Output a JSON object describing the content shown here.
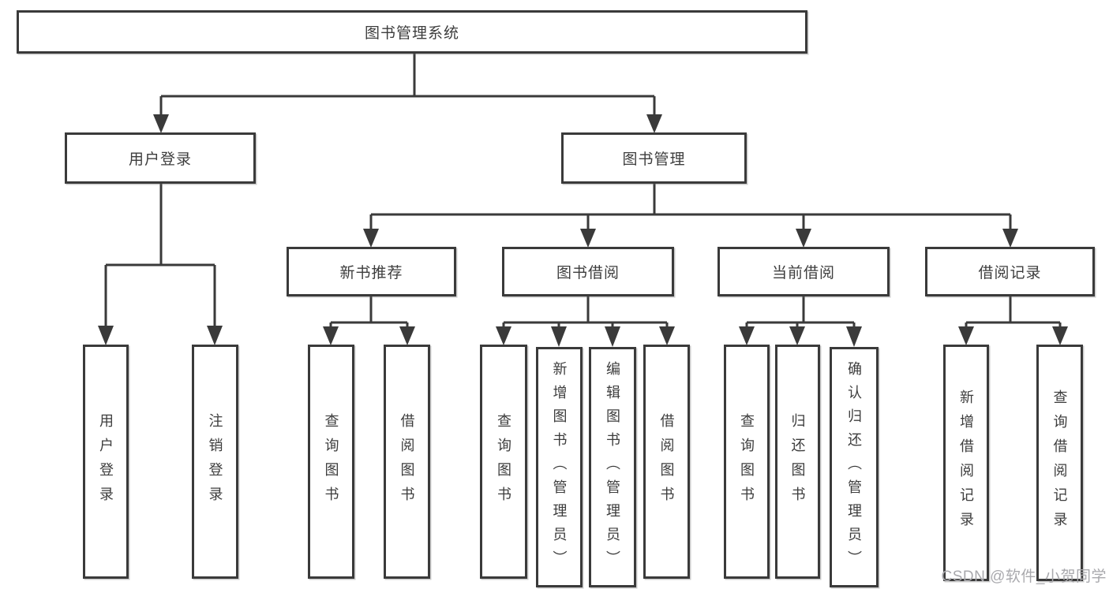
{
  "root": {
    "label": "图书管理系统"
  },
  "branches": [
    {
      "label": "用户登录",
      "children": [
        {
          "label": "用户登录"
        },
        {
          "label": "注销登录"
        }
      ]
    },
    {
      "label": "图书管理",
      "children": [
        {
          "label": "新书推荐",
          "children": [
            {
              "label": "查询图书"
            },
            {
              "label": "借阅图书"
            }
          ]
        },
        {
          "label": "图书借阅",
          "children": [
            {
              "label": "查询图书"
            },
            {
              "label": "新增图书（管理员）"
            },
            {
              "label": "编辑图书（管理员）"
            },
            {
              "label": "借阅图书"
            }
          ]
        },
        {
          "label": "当前借阅",
          "children": [
            {
              "label": "查询图书"
            },
            {
              "label": "归还图书"
            },
            {
              "label": "确认归还（管理员）"
            }
          ]
        },
        {
          "label": "借阅记录",
          "children": [
            {
              "label": "新增借阅记录"
            },
            {
              "label": "查询借阅记录"
            }
          ]
        }
      ]
    }
  ],
  "watermark": {
    "text": "CSDN @软件_小贺同学"
  },
  "colors": {
    "line": "#3a3a3a",
    "text": "#3d3d3d",
    "watermark": "#a9a9ad",
    "background": "#ffffff"
  }
}
